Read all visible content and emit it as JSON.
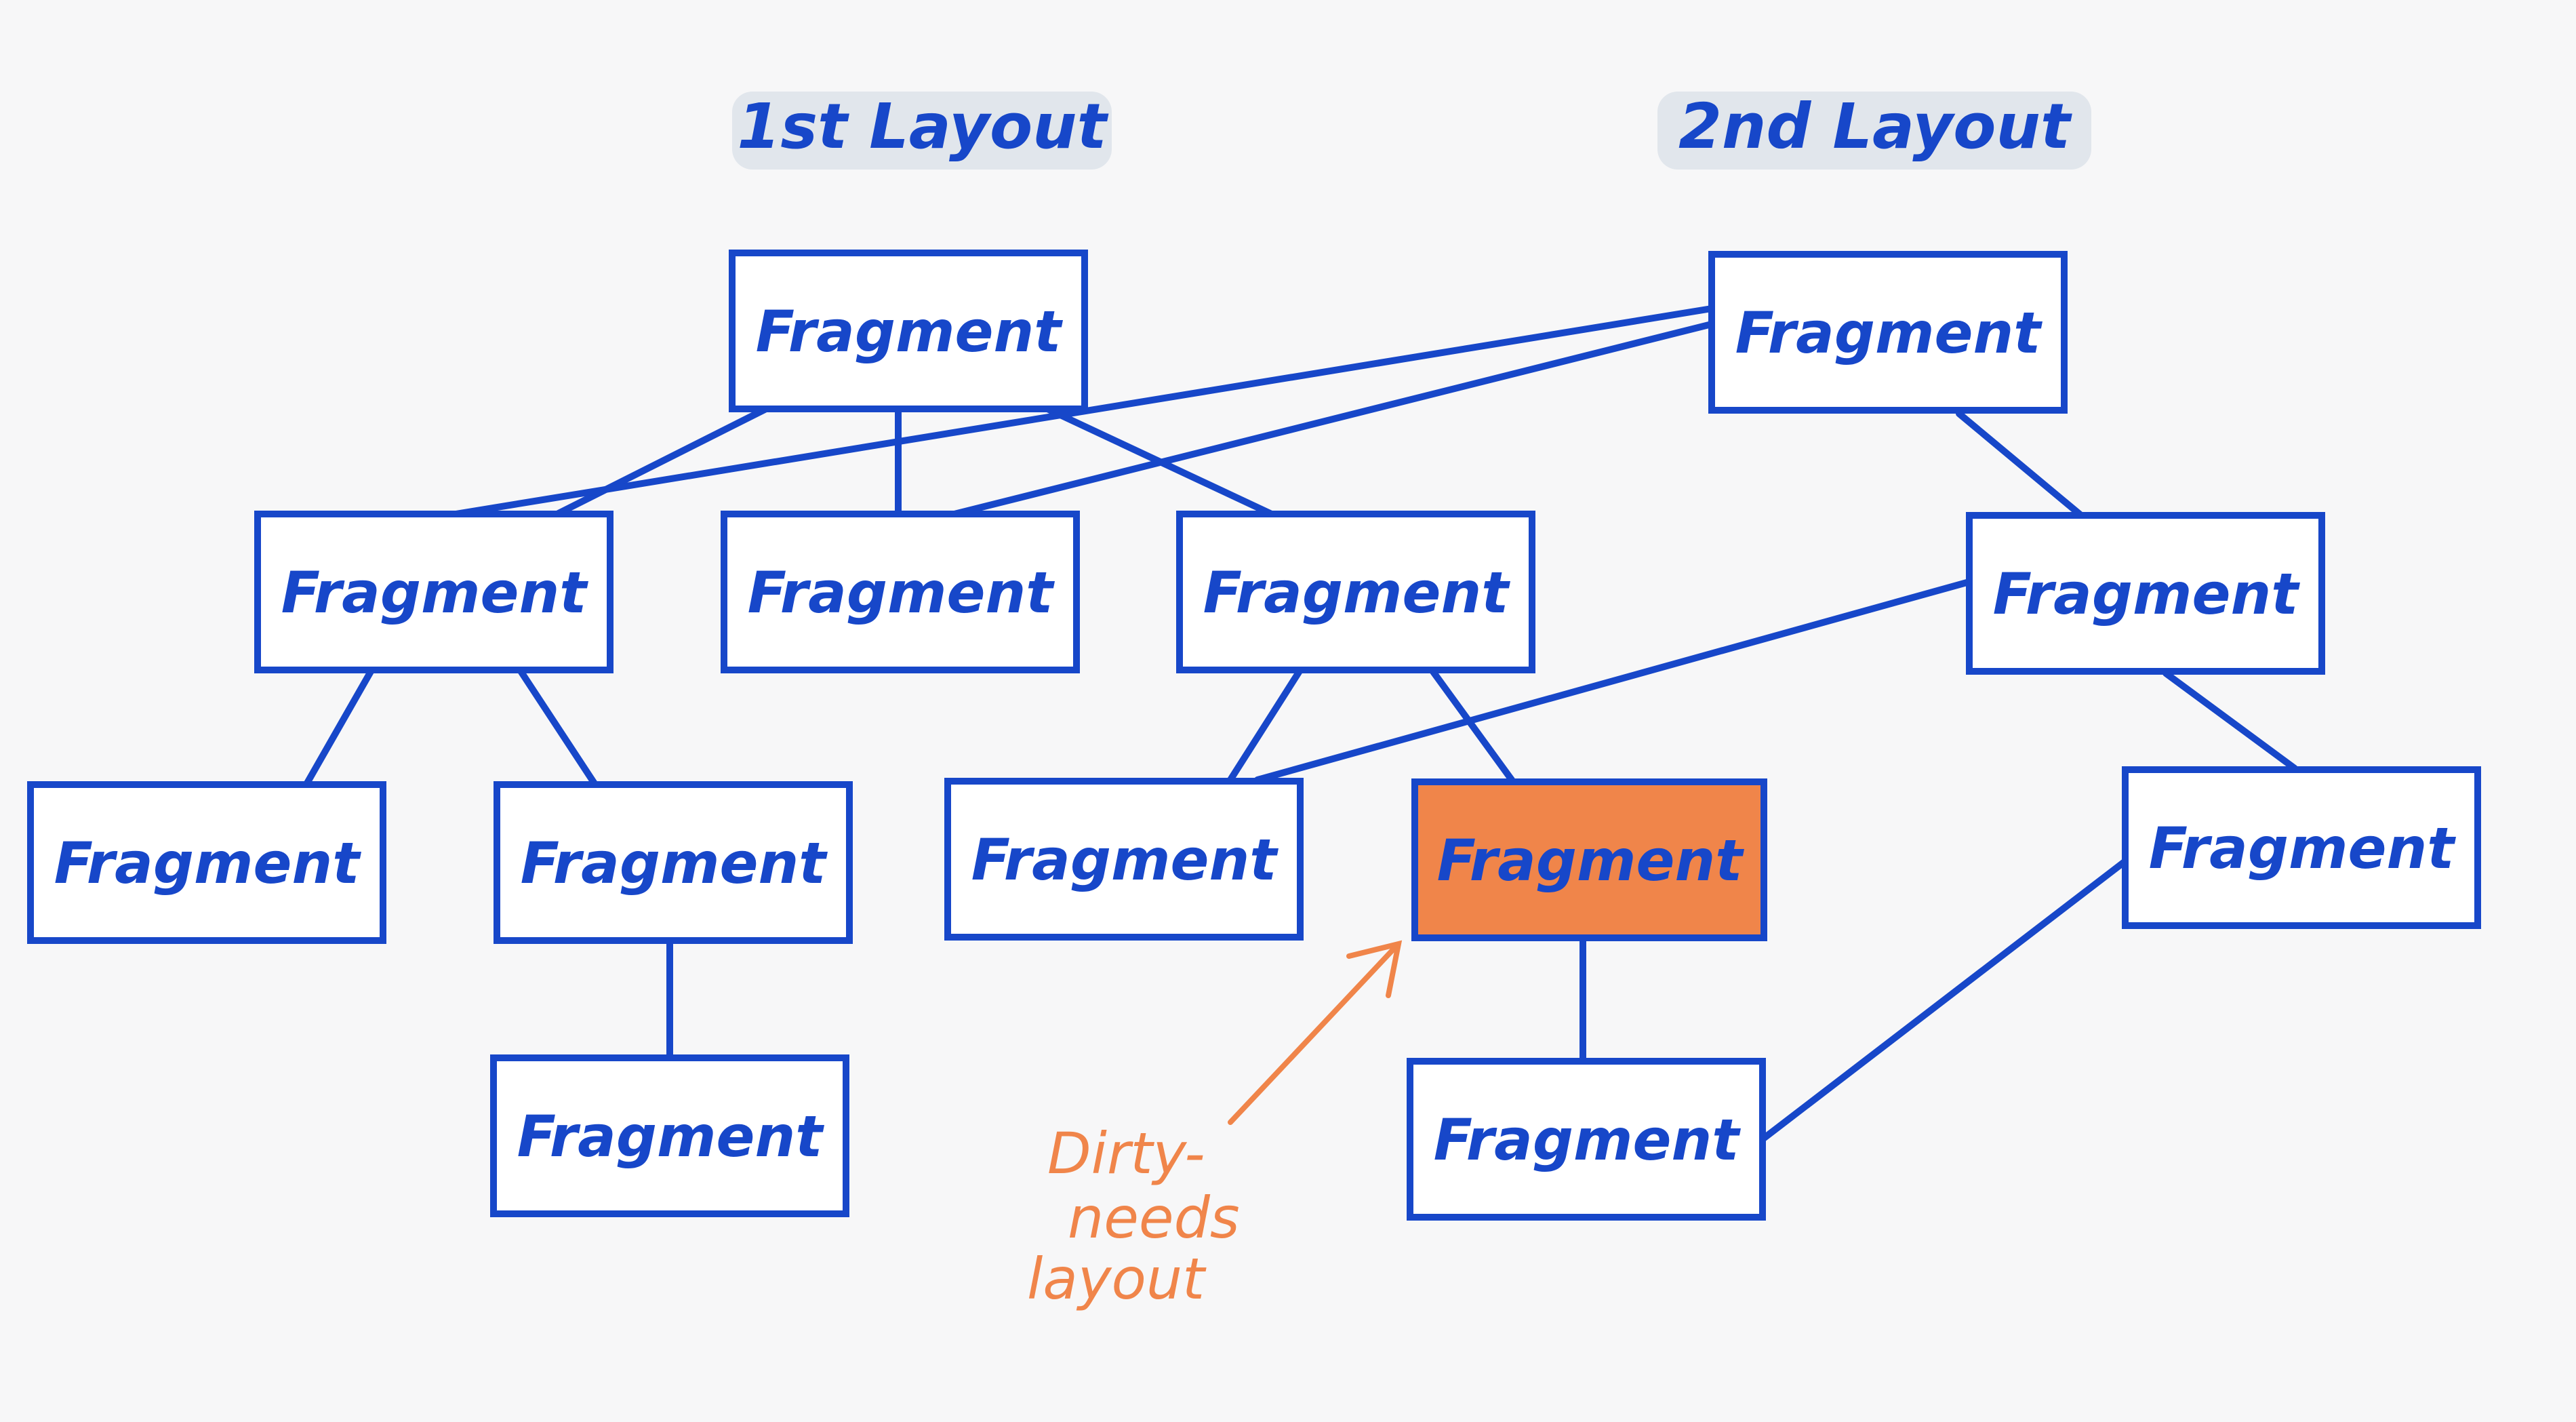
{
  "diagram": {
    "headings": {
      "first_layout": "1st Layout",
      "second_layout": "2nd Layout"
    },
    "node_label": "Fragment",
    "annotation": {
      "line1": "Dirty-",
      "line2": "needs",
      "line3": "layout"
    },
    "colors": {
      "stroke": "#1747c9",
      "dirty_fill": "#f0854a",
      "annotation": "#f0854a",
      "background": "#f7f7f8"
    }
  }
}
